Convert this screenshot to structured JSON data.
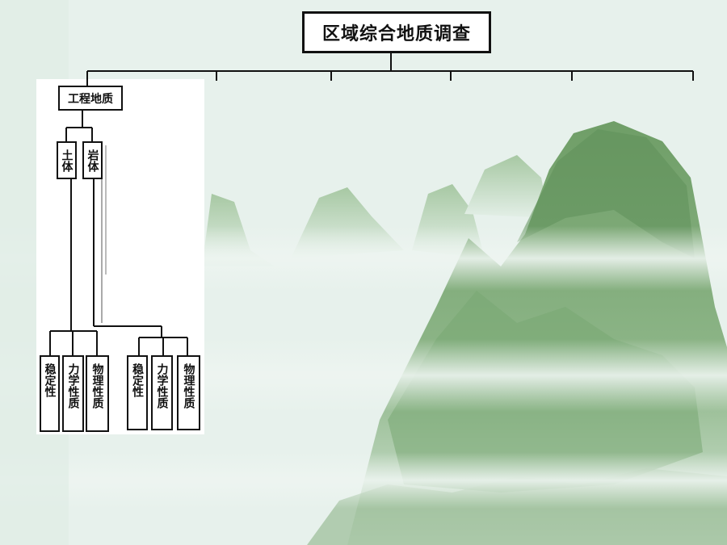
{
  "diagram": {
    "root": "区域综合地质调查",
    "branch": "工程地质",
    "children": [
      "土体",
      "岩体"
    ],
    "leaves_soil": [
      "稳定性",
      "力学性质",
      "物理性质"
    ],
    "leaves_rock": [
      "稳定性",
      "力学性质",
      "物理性质"
    ]
  },
  "colors": {
    "line": "#111111",
    "box_fill": "#ffffff",
    "mountain_dark": "#5f8f5a",
    "mountain_light": "#a9c8a4",
    "mist": "#eef5f1"
  }
}
